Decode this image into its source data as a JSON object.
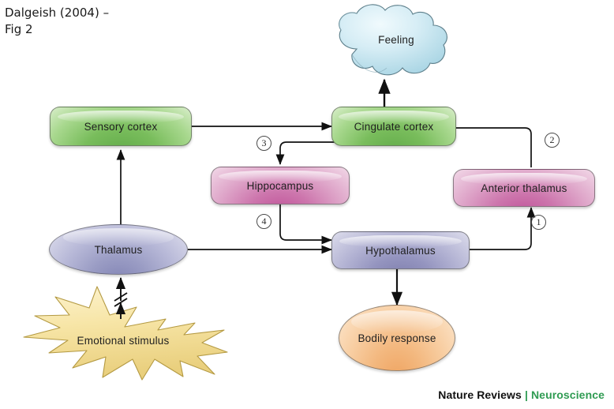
{
  "slide": {
    "title": "Dalgeish (2004) –\nFig 2"
  },
  "figure": {
    "caption_source": "Nature Reviews",
    "caption_divider": "|",
    "caption_journal": "Neuroscience",
    "nodes": [
      {
        "id": "feeling",
        "label": "Feeling",
        "shape": "cloud",
        "color": "#cfe9f2"
      },
      {
        "id": "sensory-cortex",
        "label": "Sensory cortex",
        "shape": "rrect",
        "color": "#79bd5c"
      },
      {
        "id": "cingulate-cortex",
        "label": "Cingulate cortex",
        "shape": "rrect",
        "color": "#79bd5c"
      },
      {
        "id": "hippocampus",
        "label": "Hippocampus",
        "shape": "rrect",
        "color": "#cd76ad"
      },
      {
        "id": "anterior-thalamus",
        "label": "Anterior thalamus",
        "shape": "rrect",
        "color": "#cd76ad"
      },
      {
        "id": "thalamus",
        "label": "Thalamus",
        "shape": "ellipse",
        "color": "#9a9cc4"
      },
      {
        "id": "hypothalamus",
        "label": "Hypothalamus",
        "shape": "rrect",
        "color": "#9494bf"
      },
      {
        "id": "bodily-response",
        "label": "Bodily response",
        "shape": "ellipse",
        "color": "#f3b87f"
      },
      {
        "id": "emotional-stimulus",
        "label": "Emotional stimulus",
        "shape": "starburst",
        "color": "#f6e3a8"
      }
    ],
    "step_markers": [
      {
        "id": "marker-1",
        "label": "1"
      },
      {
        "id": "marker-2",
        "label": "2"
      },
      {
        "id": "marker-3",
        "label": "3"
      },
      {
        "id": "marker-4",
        "label": "4"
      }
    ],
    "connections": [
      {
        "from": "emotional-stimulus",
        "to": "thalamus",
        "style": "double-headed-broken"
      },
      {
        "from": "thalamus",
        "to": "sensory-cortex",
        "style": "arrow"
      },
      {
        "from": "thalamus",
        "to": "hypothalamus",
        "style": "arrow"
      },
      {
        "from": "sensory-cortex",
        "to": "cingulate-cortex",
        "style": "arrow"
      },
      {
        "from": "cingulate-cortex",
        "to": "feeling",
        "style": "arrow"
      },
      {
        "from": "cingulate-cortex",
        "to": "hippocampus",
        "style": "arrow",
        "marker": "3"
      },
      {
        "from": "hippocampus",
        "to": "hypothalamus",
        "style": "arrow",
        "marker": "4"
      },
      {
        "from": "hypothalamus",
        "to": "anterior-thalamus",
        "style": "arrow",
        "marker": "1"
      },
      {
        "from": "anterior-thalamus",
        "to": "cingulate-cortex",
        "style": "arrow",
        "marker": "2"
      },
      {
        "from": "hypothalamus",
        "to": "bodily-response",
        "style": "arrow"
      }
    ]
  }
}
